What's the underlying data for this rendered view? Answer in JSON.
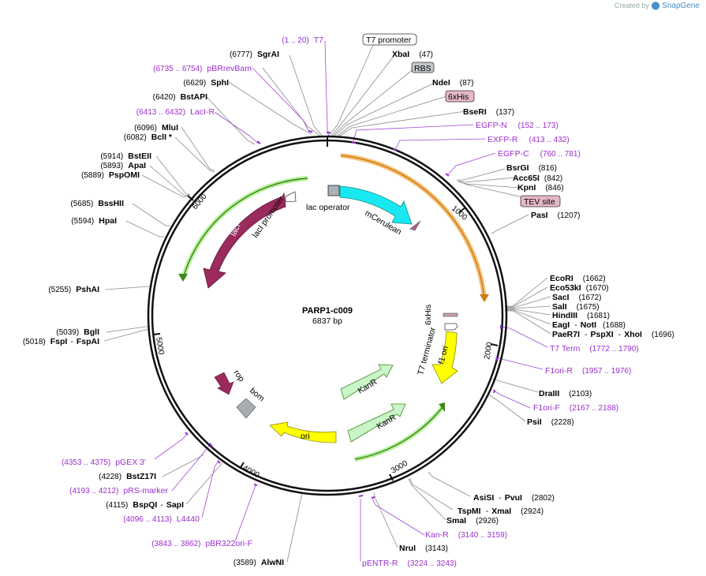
{
  "brand": {
    "created_by": "Created by",
    "app": "SnapGene"
  },
  "map": {
    "name": "PARP1-c009",
    "size_label": "6837 bp"
  },
  "ticks": [
    "1000",
    "2000",
    "3000",
    "4000",
    "5000",
    "6000"
  ],
  "features": {
    "lac_operator": "lac operator",
    "lacI_promoter": "lacI promoter",
    "lacI": "lacI",
    "mCerulean": "mCerulean",
    "sixHis": "6xHis",
    "t7_terminator": "T7 terminator",
    "f1_ori": "f1 ori",
    "kanR_1": "KanR",
    "kanR_2": "KanR",
    "ori": "ori",
    "rop": "rop",
    "bom": "bom"
  },
  "boxed": {
    "t7_promoter": "T7 promoter",
    "rbs": "RBS",
    "sixhis": "6xHis",
    "tev": "TEV site"
  },
  "enzymes_right": [
    {
      "name": "XbaI",
      "pos": "(47)"
    },
    {
      "name": "NdeI",
      "pos": "(87)"
    },
    {
      "name": "BseRI",
      "pos": "(137)"
    },
    {
      "name": "BsrGI",
      "pos": "(816)"
    },
    {
      "name": "Acc65I",
      "pos": "(842)"
    },
    {
      "name": "KpnI",
      "pos": "(846)"
    },
    {
      "name": "PasI",
      "pos": "(1207)"
    },
    {
      "name": "EcoRI",
      "pos": "(1662)"
    },
    {
      "name": "Eco53kI",
      "pos": "(1670)"
    },
    {
      "name": "SacI",
      "pos": "(1672)"
    },
    {
      "name": "SalI",
      "pos": "(1675)"
    },
    {
      "name": "HindIII",
      "pos": "(1681)"
    },
    {
      "name": "EagI",
      "name2": "NotI",
      "pos": "(1688)"
    },
    {
      "name": "PaeR7I",
      "name2": "PspXI",
      "name3": "XhoI",
      "pos": "(1696)"
    },
    {
      "name": "DraIII",
      "pos": "(2103)"
    },
    {
      "name": "PsiI",
      "pos": "(2228)"
    },
    {
      "name": "AsiSI",
      "name2": "PvuI",
      "pos": "(2802)"
    },
    {
      "name": "TspMI",
      "name2": "XmaI",
      "pos": "(2924)"
    },
    {
      "name": "SmaI",
      "pos": "(2926)"
    },
    {
      "name": "NruI",
      "pos": "(3143)"
    }
  ],
  "enzymes_left": [
    {
      "name": "SgrAI",
      "pos": "(6777)"
    },
    {
      "name": "SphI",
      "pos": "(6629)"
    },
    {
      "name": "BstAPI",
      "pos": "(6420)"
    },
    {
      "name": "MluI",
      "pos": "(6096)"
    },
    {
      "name": "BclI *",
      "pos": "(6082)"
    },
    {
      "name": "BstEII",
      "pos": "(5914)"
    },
    {
      "name": "ApaI",
      "pos": "(5893)"
    },
    {
      "name": "PspOMI",
      "pos": "(5889)"
    },
    {
      "name": "BssHII",
      "pos": "(5685)"
    },
    {
      "name": "HpaI",
      "pos": "(5594)"
    },
    {
      "name": "PshAI",
      "pos": "(5255)"
    },
    {
      "name": "BglI",
      "pos": "(5039)"
    },
    {
      "name": "FspI",
      "name2": "FspAI",
      "pos": "(5018)"
    },
    {
      "name": "BstZ17I",
      "pos": "(4228)"
    },
    {
      "name": "BspQI",
      "name2": "SapI",
      "pos": "(4115)"
    },
    {
      "name": "AlwNI",
      "pos": "(3589)"
    }
  ],
  "primers": [
    {
      "name": "T7",
      "range": "(1 .. 20)"
    },
    {
      "name": "pBRrevBam",
      "range": "(6735 .. 6754)"
    },
    {
      "name": "LacI-R",
      "range": "(6413 .. 6432)"
    },
    {
      "name": "EGFP-N",
      "range": "(152 .. 173)"
    },
    {
      "name": "EXFP-R",
      "range": "(413 .. 432)"
    },
    {
      "name": "EGFP-C",
      "range": "(760 .. 781)"
    },
    {
      "name": "T7 Term",
      "range": "(1772 .. 1790)"
    },
    {
      "name": "F1ori-R",
      "range": "(1957 .. 1976)"
    },
    {
      "name": "F1ori-F",
      "range": "(2167 .. 2188)"
    },
    {
      "name": "Kan-R",
      "range": "(3140 .. 3159)"
    },
    {
      "name": "pENTR-R",
      "range": "(3224 .. 3243)"
    },
    {
      "name": "pGEX 3'",
      "range": "(4353 .. 4375)"
    },
    {
      "name": "pRS-marker",
      "range": "(4193 .. 4212)"
    },
    {
      "name": "L4440",
      "range": "(4096 .. 4113)"
    },
    {
      "name": "pBR322ori-F",
      "range": "(3843 .. 3862)"
    }
  ],
  "colors": {
    "lacI": "#9b2a5e",
    "mCerulean": "#19e8f0",
    "f1_ori": "#ffff00",
    "kanR": "#c9f5c9",
    "ori": "#ffff00",
    "rop": "#9b2a5e",
    "bom": "#a8adb3",
    "primer": "#9b2ecf",
    "orf_orange": "#f0a030",
    "orf_green": "#3d8a18"
  }
}
